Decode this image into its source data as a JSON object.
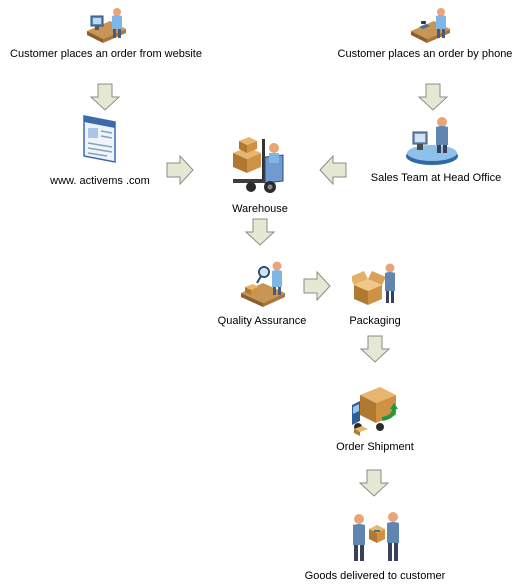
{
  "diagram": {
    "nodes": [
      {
        "id": "website_order",
        "label": "Customer places an order from website",
        "icon": "person-at-computer-desk-icon"
      },
      {
        "id": "phone_order",
        "label": "Customer places an order by phone",
        "icon": "person-at-desk-with-phone-icon"
      },
      {
        "id": "website",
        "label": "www. activems .com",
        "icon": "web-page-icon"
      },
      {
        "id": "sales_team",
        "label": "Sales Team at Head Office",
        "icon": "person-at-workstation-icon"
      },
      {
        "id": "warehouse",
        "label": "Warehouse",
        "icon": "forklift-with-boxes-icon"
      },
      {
        "id": "quality",
        "label": "Quality Assurance",
        "icon": "inspector-with-magnifier-icon"
      },
      {
        "id": "packaging",
        "label": "Packaging",
        "icon": "person-packing-box-icon"
      },
      {
        "id": "shipment",
        "label": "Order Shipment",
        "icon": "delivery-truck-icon"
      },
      {
        "id": "delivered",
        "label": "Goods delivered to customer",
        "icon": "box-handover-icon"
      }
    ],
    "edges": [
      {
        "from": "website_order",
        "to": "website"
      },
      {
        "from": "phone_order",
        "to": "sales_team"
      },
      {
        "from": "website",
        "to": "warehouse"
      },
      {
        "from": "sales_team",
        "to": "warehouse"
      },
      {
        "from": "warehouse",
        "to": "quality"
      },
      {
        "from": "quality",
        "to": "packaging"
      },
      {
        "from": "packaging",
        "to": "shipment"
      },
      {
        "from": "shipment",
        "to": "delivered"
      }
    ],
    "colors": {
      "arrow_fill": "#e6e8d6",
      "arrow_stroke": "#8c8c82",
      "skin": "#e8a678",
      "shirt": "#7fb6e3",
      "desk": "#c79555",
      "box": "#d29a4c"
    }
  }
}
